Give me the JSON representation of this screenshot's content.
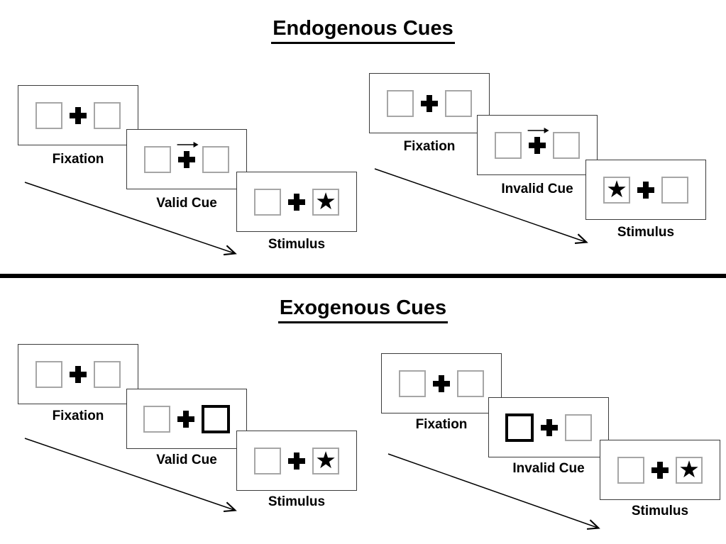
{
  "sections": [
    {
      "title": "Endogenous Cues",
      "cue_style": "central-arrow",
      "groups": [
        {
          "name": "valid-trial",
          "frames": [
            {
              "label": "Fixation",
              "type": "fixation"
            },
            {
              "label": "Valid Cue",
              "type": "arrow-cue",
              "arrow_direction": "right"
            },
            {
              "label": "Stimulus",
              "type": "stimulus",
              "star_position": "right"
            }
          ]
        },
        {
          "name": "invalid-trial",
          "frames": [
            {
              "label": "Fixation",
              "type": "fixation"
            },
            {
              "label": "Invalid Cue",
              "type": "arrow-cue",
              "arrow_direction": "right"
            },
            {
              "label": "Stimulus",
              "type": "stimulus",
              "star_position": "left"
            }
          ]
        }
      ]
    },
    {
      "title": "Exogenous Cues",
      "cue_style": "peripheral-box-highlight",
      "groups": [
        {
          "name": "valid-trial",
          "frames": [
            {
              "label": "Fixation",
              "type": "fixation"
            },
            {
              "label": "Valid Cue",
              "type": "box-cue",
              "highlighted_box": "right"
            },
            {
              "label": "Stimulus",
              "type": "stimulus",
              "star_position": "right"
            }
          ]
        },
        {
          "name": "invalid-trial",
          "frames": [
            {
              "label": "Fixation",
              "type": "fixation"
            },
            {
              "label": "Invalid Cue",
              "type": "box-cue",
              "highlighted_box": "left"
            },
            {
              "label": "Stimulus",
              "type": "stimulus",
              "star_position": "right"
            }
          ]
        }
      ]
    }
  ],
  "glyphs": {
    "star": "★",
    "fixation_cross": "+",
    "cue_arrow": "→"
  },
  "colors": {
    "background": "#ffffff",
    "ink": "#000000",
    "frame_border": "#3b3b3b",
    "box_border": "#a6a6a6"
  }
}
